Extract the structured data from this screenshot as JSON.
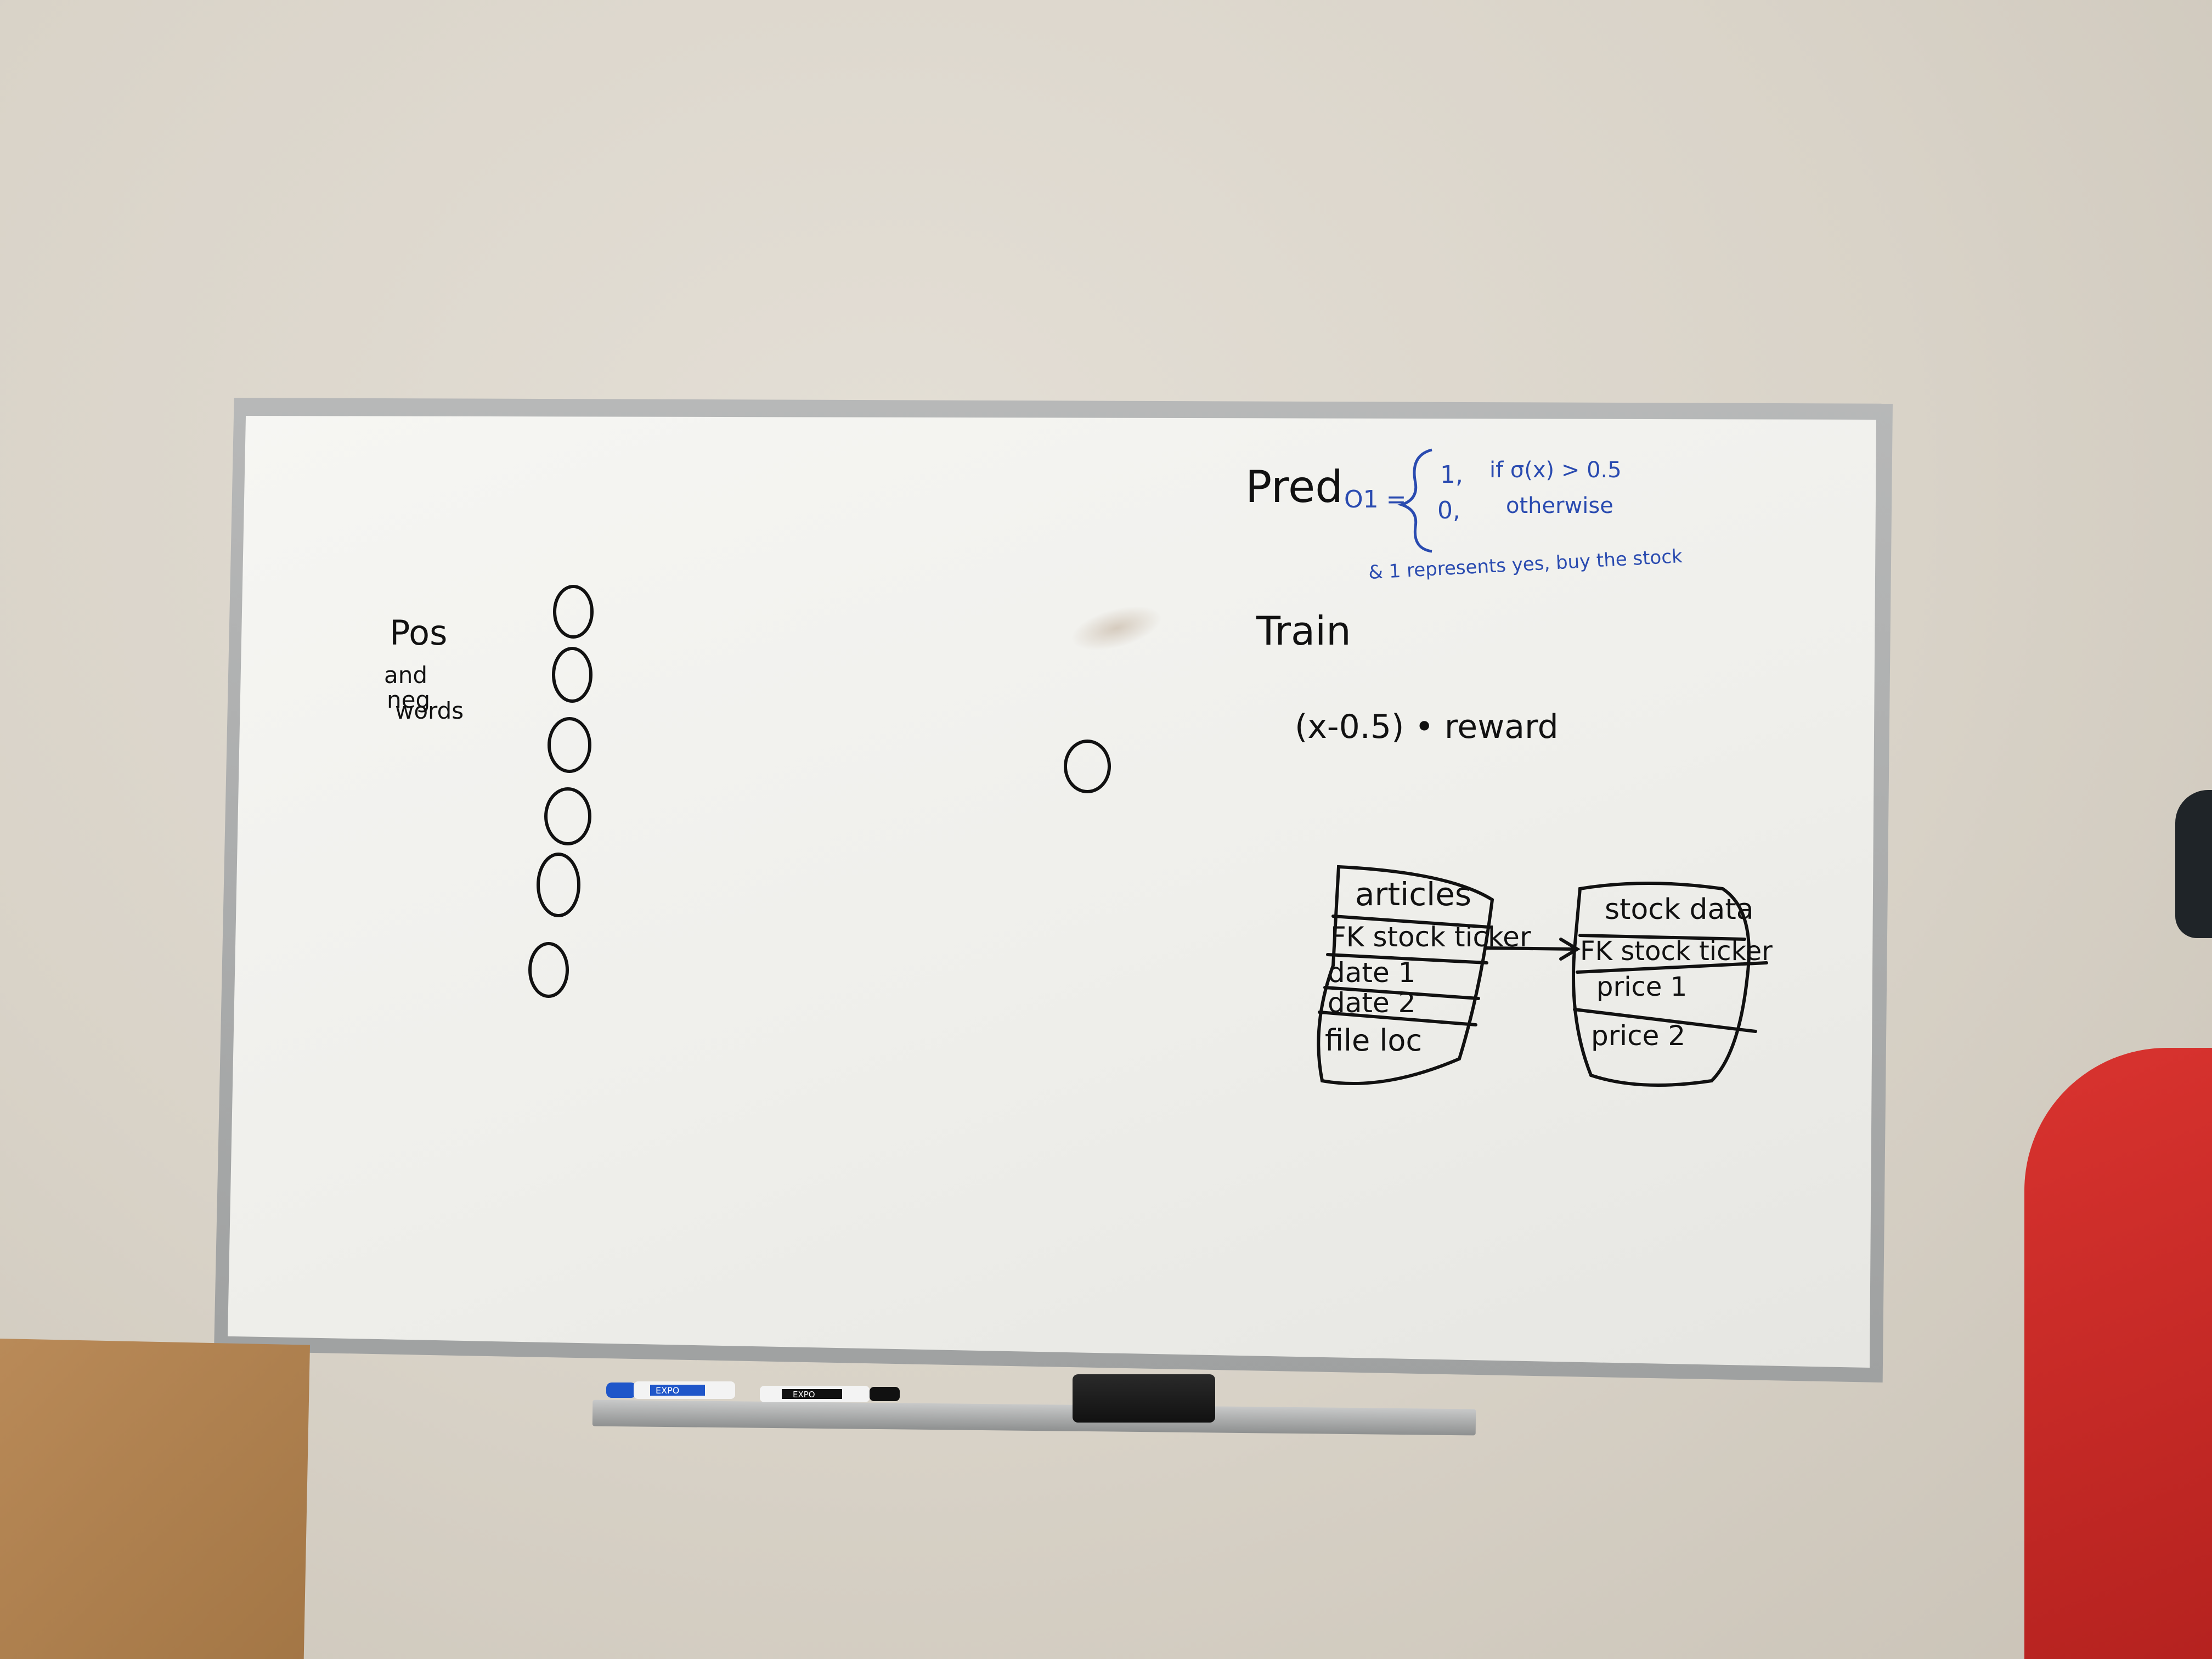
{
  "whiteboard": {
    "left_note": {
      "line1": "Pos",
      "line2": "and",
      "line3": "neg",
      "line4": "words"
    },
    "neuron_count_left": 6,
    "formula": {
      "pred": "Pred",
      "lhs": "O1 =",
      "case1_value": "1,",
      "case1_cond": "if σ(x) > 0.5",
      "case2_value": "0,",
      "case2_cond": "otherwise",
      "note": "& 1 represents yes, buy the stock"
    },
    "train_label": "Train",
    "reward_expr": "(x-0.5) • reward",
    "tables": {
      "articles": {
        "title": "articles",
        "rows": [
          "FK stock ticker",
          "date 1",
          "date 2",
          "file loc"
        ]
      },
      "stock_data": {
        "title": "stock data",
        "rows": [
          "FK stock ticker",
          "price 1",
          "price 2"
        ]
      }
    }
  },
  "markers": {
    "blue_label": "EXPO",
    "black_label": "EXPO"
  },
  "colors": {
    "ink_black": "#111111",
    "ink_blue": "#2a4bb0"
  }
}
